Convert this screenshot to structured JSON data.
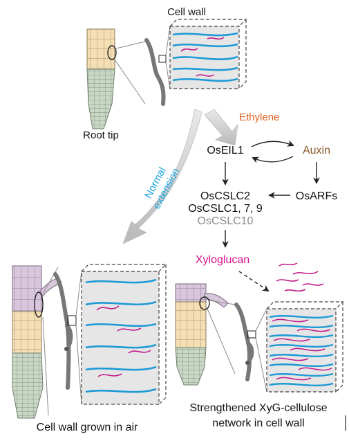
{
  "labels": {
    "cell_wall": "Cell wall",
    "root_tip": "Root tip",
    "ethylene": "Ethylene",
    "normal_extension_line1": "Normal",
    "normal_extension_line2": "extension",
    "oseil1": "OsEIL1",
    "auxin": "Auxin",
    "oscslc2": "OsCSLC2",
    "oscslc179": "OsCSLC1, 7, 9",
    "oscslc10": "OsCSLC10",
    "osarfs": "OsARFs",
    "xyloglucan": "Xyloglucan",
    "cell_wall_air": "Cell wall grown in air",
    "strengthened_line1": "Strengthened XyG-cellulose",
    "strengthened_line2": "network in cell wall"
  },
  "colors": {
    "ethylene": "#e2621f",
    "auxin": "#8b5a2b",
    "normal_extension": "#1aa7e0",
    "xyloglucan": "#d6118f",
    "oscslc10": "#8a8a8a",
    "cellulose": "#1e9ad6",
    "xyg_strand": "#c2188a",
    "box_fill": "#e6e6e6",
    "tan_cell": "#f5deb3",
    "lilac_cell": "#d8c6dd",
    "green_cell": "#c9d8c5",
    "wall_gray": "#777777"
  }
}
